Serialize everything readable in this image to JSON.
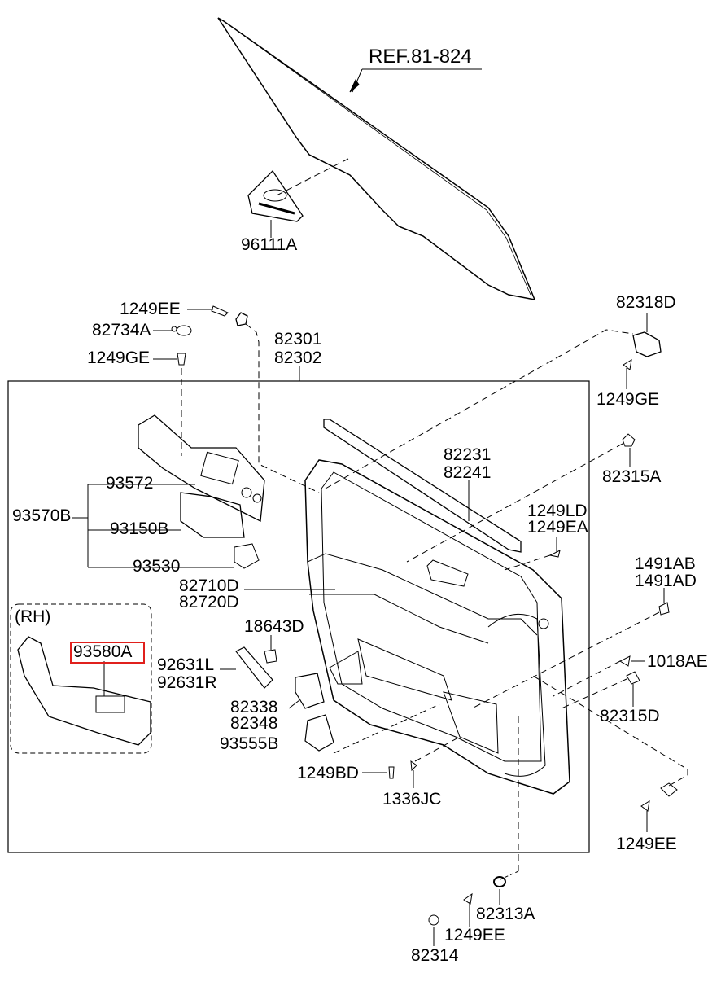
{
  "reference": "REF.81-824",
  "labels": {
    "p96111A": "96111A",
    "p1249EE_a": "1249EE",
    "p82734A": "82734A",
    "p1249GE_a": "1249GE",
    "p82301": "82301",
    "p82302": "82302",
    "p82318D": "82318D",
    "p1249GE_b": "1249GE",
    "p82231": "82231",
    "p82241": "82241",
    "p82315A": "82315A",
    "p93572": "93572",
    "p93570B": "93570B",
    "p93150B": "93150B",
    "p1249LD": "1249LD",
    "p1249EA": "1249EA",
    "p93530": "93530",
    "p82710D": "82710D",
    "p82720D": "82720D",
    "p1491AB": "1491AB",
    "p1491AD": "1491AD",
    "rh": "(RH)",
    "p93580A": "93580A",
    "p18643D": "18643D",
    "p92631L": "92631L",
    "p92631R": "92631R",
    "p1018AE": "1018AE",
    "p82338": "82338",
    "p82348": "82348",
    "p82315D": "82315D",
    "p93555B": "93555B",
    "p1249BD": "1249BD",
    "p1336JC": "1336JC",
    "p1249EE_b": "1249EE",
    "p82313A": "82313A",
    "p1249EE_c": "1249EE",
    "p82314": "82314"
  },
  "highlight_color": "#e0201c"
}
